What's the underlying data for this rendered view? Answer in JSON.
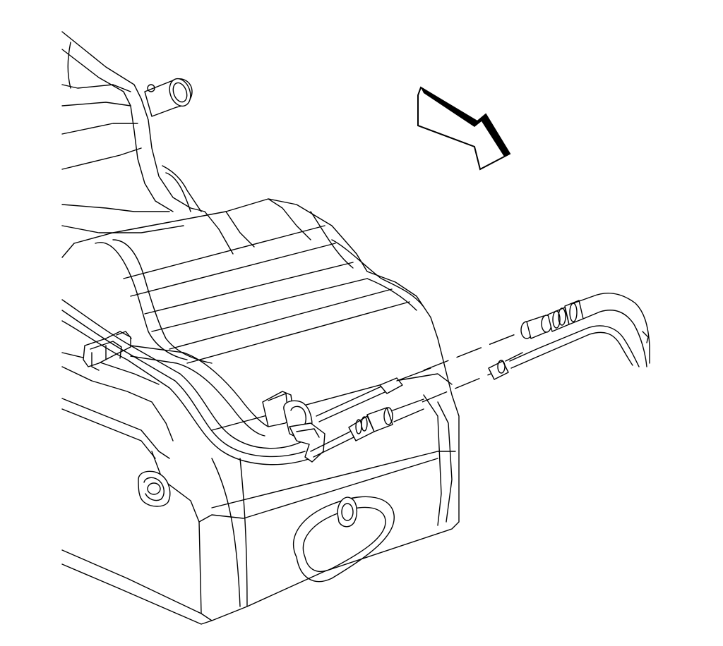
{
  "diagram": {
    "kind": "fuel-tank-line-disconnect-illustration",
    "line_color": "#000000",
    "background_color": "#ffffff",
    "components": [
      "fuel-tank",
      "filler-neck",
      "fuel-feed-line",
      "fuel-return-line",
      "quick-connect-fittings",
      "line-retainer-clip",
      "tank-drain-plug",
      "fuel-pump-access-ring",
      "direction-arrow"
    ]
  }
}
